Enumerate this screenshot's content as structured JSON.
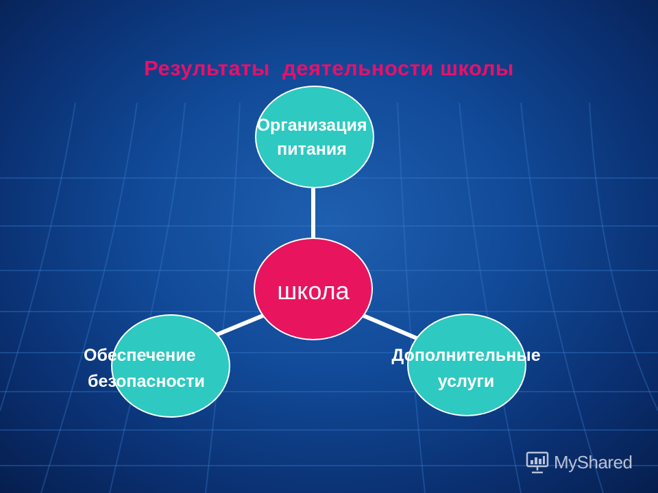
{
  "title": "Результаты  деятельности школы",
  "diagram": {
    "center": {
      "label": "школа"
    },
    "nodes": [
      {
        "id": "top",
        "lines": [
          "Организация",
          "питания"
        ]
      },
      {
        "id": "left",
        "lines": [
          "Обеспечение",
          "безопасности"
        ]
      },
      {
        "id": "right",
        "lines": [
          "Дополнительные",
          "услуги"
        ]
      }
    ]
  },
  "watermark": {
    "text": "MyShared",
    "icon": "presentation-board-icon"
  },
  "colors": {
    "title": "#e8106a",
    "center_node": "#e8145e",
    "outer_node": "#2ec9c0",
    "connector": "#ffffff",
    "background": "#114a98"
  }
}
